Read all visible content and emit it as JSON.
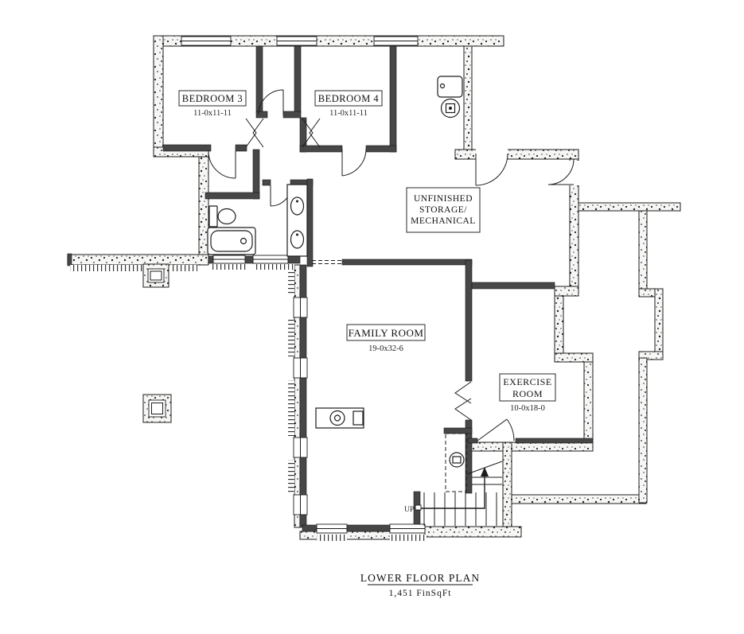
{
  "plan_title": {
    "main": "LOWER FLOOR PLAN",
    "sqft": "1,451 FinSqFt"
  },
  "rooms": {
    "bedroom3": {
      "name": "BEDROOM 3",
      "dims": "11-0x11-11"
    },
    "bedroom4": {
      "name": "BEDROOM 4",
      "dims": "11-0x11-11"
    },
    "storage": {
      "line1": "UNFINISHED",
      "line2": "STORAGE/",
      "line3": "MECHANICAL"
    },
    "family_room": {
      "name": "FAMILY ROOM",
      "dims": "19-0x32-6"
    },
    "exercise_room": {
      "line1": "EXERCISE",
      "line2": "ROOM",
      "dims": "10-0x18-0"
    }
  },
  "annotations": {
    "stairs_up": "UP"
  },
  "colors": {
    "paper": "#ffffff",
    "concrete_wall_fill": "#f6f6f4",
    "interior_wall": "#474747",
    "line": "#1c1c1c"
  }
}
